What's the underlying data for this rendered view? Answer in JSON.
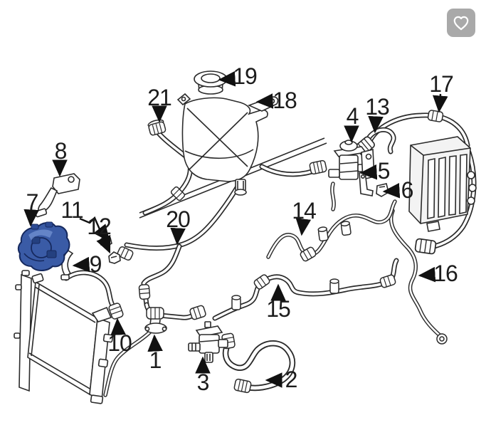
{
  "page": {
    "background_color": "#ffffff"
  },
  "favorite_button": {
    "icon": "heart-icon",
    "background_color": "#a9a9a9",
    "icon_color": "#ffffff"
  },
  "diagram": {
    "kind": "cooling-system-parts-diagram",
    "line_color": "#2b2b2b",
    "highlight_color": "#3a5ba6",
    "highlighted_part_number": "7",
    "callouts": [
      {
        "number": "1"
      },
      {
        "number": "2"
      },
      {
        "number": "3"
      },
      {
        "number": "4"
      },
      {
        "number": "5"
      },
      {
        "number": "6"
      },
      {
        "number": "7"
      },
      {
        "number": "8"
      },
      {
        "number": "9"
      },
      {
        "number": "10"
      },
      {
        "number": "11"
      },
      {
        "number": "12"
      },
      {
        "number": "13"
      },
      {
        "number": "14"
      },
      {
        "number": "15"
      },
      {
        "number": "16"
      },
      {
        "number": "17"
      },
      {
        "number": "18"
      },
      {
        "number": "19"
      },
      {
        "number": "20"
      },
      {
        "number": "21"
      }
    ]
  }
}
